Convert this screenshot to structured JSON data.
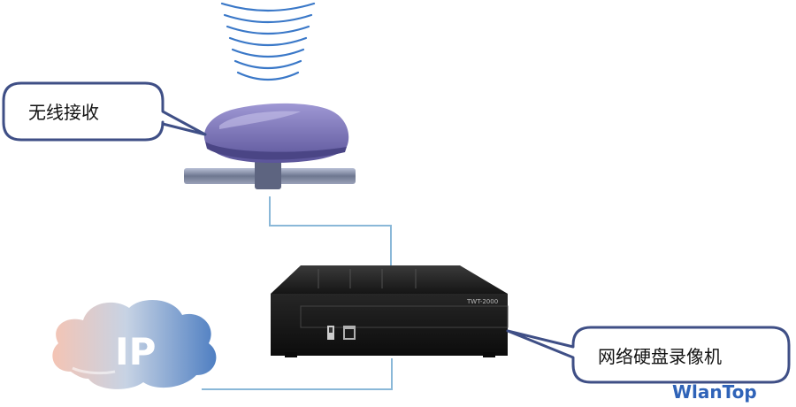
{
  "labels": {
    "receiver": "无线接收",
    "recorder": "网络硬盘录像机"
  },
  "cloud": {
    "text": "IP"
  },
  "device": {
    "model": "TWT-2000"
  },
  "logo": {
    "text": "WlanTop",
    "color": "#2f63b8"
  },
  "colors": {
    "callout_border": "#3f4f86",
    "wave": "#3a78c8",
    "connector": "#8ab8d8",
    "antenna": "#7b74b8",
    "recorder_body": "#1e1e1e",
    "cloud_left": "#f2c2b0",
    "cloud_right": "#5d8bc8"
  }
}
